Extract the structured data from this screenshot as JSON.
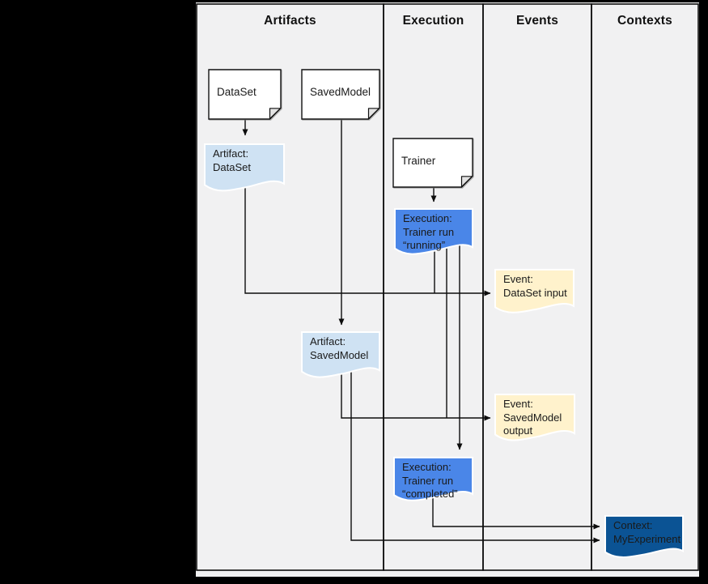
{
  "lanes": [
    {
      "label": "Artifacts"
    },
    {
      "label": "Execution"
    },
    {
      "label": "Events"
    },
    {
      "label": "Contexts"
    }
  ],
  "nodes": {
    "dataset_note": {
      "label": "DataSet"
    },
    "savedmodel_note": {
      "label": "SavedModel"
    },
    "trainer_note": {
      "label": "Trainer"
    },
    "artifact_dataset": {
      "lines": [
        "Artifact:",
        "DataSet"
      ]
    },
    "execution_running": {
      "lines": [
        "Execution:",
        "Trainer run",
        "“running”"
      ]
    },
    "event_dataset_input": {
      "lines": [
        "Event:",
        "DataSet input"
      ]
    },
    "artifact_savedmodel": {
      "lines": [
        "Artifact:",
        "SavedModel"
      ]
    },
    "event_savedmodel_output": {
      "lines": [
        "Event:",
        "SavedModel",
        "output"
      ]
    },
    "execution_completed": {
      "lines": [
        "Execution:",
        "Trainer run",
        "“completed”"
      ]
    },
    "context_myexperiment": {
      "lines": [
        "Context:",
        "MyExperiment"
      ]
    }
  },
  "colors": {
    "background": "#000000",
    "lane_background": "#f1f1f2",
    "lane_border": "#0d0d0d",
    "note_fill": "#ffffff",
    "artifact_fill": "#cfe2f3",
    "execution_fill": "#4a86e8",
    "event_fill": "#fff2cc",
    "context_fill": "#0b5394",
    "arrow_color": "#0d0d0d"
  }
}
